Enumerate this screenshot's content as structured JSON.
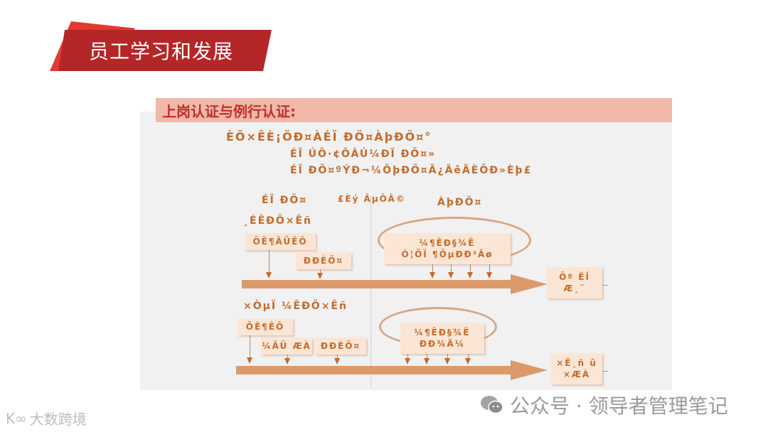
{
  "header": {
    "title": "员工学习和发展"
  },
  "section": {
    "title": "上岗认证与例行认证:"
  },
  "intro": {
    "line1": "ÈÕ×ÊÈ¡ÖÐ¤ÀÉÏ ÐÖ¤ÀþÐÖ¤°",
    "line2": "ÉÏ ÚÔ·¢ÔÂÚ¼ÐÏ ÐÖ¤»",
    "line3": "ÉÏ ÐÖ¤ºÝÐ¬¼ÖþÐÖ¤Ã¿ÄêÄÈÖÐ»Èþ£"
  },
  "column_labels": {
    "left": "ÉÏ ÐÖ¤",
    "middle": "£Èý ÂµÔÂ©",
    "right": "ÀþÐÖ¤"
  },
  "row1": {
    "label": "¸ÉÊÐÖ×Êñ",
    "box_a": "ÖÊ¶ÄÜÊÔ",
    "box_b": "ÐÐÈÖ¤",
    "loop_box_line1": "¼¶ÊÐ§¾Ë",
    "loop_box_line2": "Ó¦ÖÏ ¶ÔµÐÐ³Äø",
    "end_box_line1": "Öº ÊÏ",
    "end_box_line2": "Æ¸¨"
  },
  "row2": {
    "label": "×ÒµÏ ¼ÊÐÖ×Êñ",
    "box_a": "ÖÊ¶ÊÔ",
    "box_b": "¼ÄÜ ÆÀ",
    "box_c": "ÐÐÈÖ¤",
    "loop_box_line1": "¼¶ÊÐ§¾Ë",
    "loop_box_line2": "ÐÐ¾Ã¼",
    "end_box_line1": "×Ê¸ñ û",
    "end_box_line2": "×ÆÀ"
  },
  "footer": {
    "wechat_label": "公众号 · 领导者管理笔记",
    "brand_mark": "K∞",
    "brand_label": "大数跨境"
  },
  "colors": {
    "banner_red": "#b42627",
    "banner_accent": "#e23a33",
    "section_bar": "#f1b8a9",
    "section_text": "#c0302b",
    "garbled_text": "#c46a2a",
    "box_fill": "#fbe6d6",
    "arrow_fill": "#dc9a6b",
    "panel_bg": "#f1f1f1"
  }
}
